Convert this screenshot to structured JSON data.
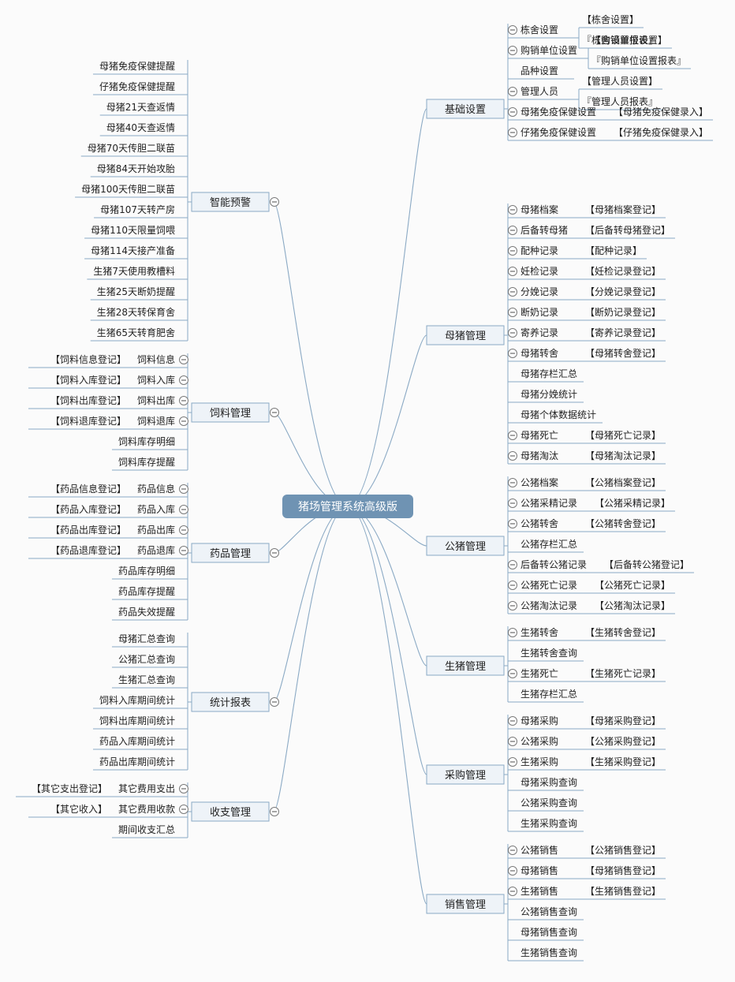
{
  "root": "猪场管理系统高级版",
  "right": [
    {
      "label": "基础设置",
      "children": [
        {
          "label": "栋舍设置",
          "subs": [
            "【栋舍设置】",
            "『栋舍设置报表』"
          ]
        },
        {
          "label": "购销单位设置",
          "subs": [
            "【购销单位设置】",
            "『购销单位设置报表』"
          ]
        },
        {
          "label": "品种设置",
          "subs": []
        },
        {
          "label": "管理人员",
          "subs": [
            "【管理人员设置】",
            "『管理人员报表』"
          ]
        },
        {
          "label": "母猪免疫保健设置",
          "subs": [
            "【母猪免疫保健录入】"
          ]
        },
        {
          "label": "仔猪免疫保健设置",
          "subs": [
            "【仔猪免疫保健录入】"
          ]
        }
      ]
    },
    {
      "label": "母猪管理",
      "children": [
        {
          "label": "母猪档案",
          "subs": [
            "【母猪档案登记】"
          ]
        },
        {
          "label": "后备转母猪",
          "subs": [
            "【后备转母猪登记】"
          ]
        },
        {
          "label": "配种记录",
          "subs": [
            "【配种记录】"
          ]
        },
        {
          "label": "妊检记录",
          "subs": [
            "【妊检记录登记】"
          ]
        },
        {
          "label": "分娩记录",
          "subs": [
            "【分娩记录登记】"
          ]
        },
        {
          "label": "断奶记录",
          "subs": [
            "【断奶记录登记】"
          ]
        },
        {
          "label": "寄养记录",
          "subs": [
            "【寄养记录登记】"
          ]
        },
        {
          "label": "母猪转舍",
          "subs": [
            "【母猪转舍登记】"
          ]
        },
        {
          "label": "母猪存栏汇总",
          "subs": []
        },
        {
          "label": "母猪分娩统计",
          "subs": []
        },
        {
          "label": "母猪个体数据统计",
          "subs": []
        },
        {
          "label": "母猪死亡",
          "subs": [
            "【母猪死亡记录】"
          ]
        },
        {
          "label": "母猪淘汰",
          "subs": [
            "【母猪淘汰记录】"
          ]
        }
      ]
    },
    {
      "label": "公猪管理",
      "children": [
        {
          "label": "公猪档案",
          "subs": [
            "【公猪档案登记】"
          ]
        },
        {
          "label": "公猪采精记录",
          "subs": [
            "【公猪采精记录】"
          ]
        },
        {
          "label": "公猪转舍",
          "subs": [
            "【公猪转舍登记】"
          ]
        },
        {
          "label": "公猪存栏汇总",
          "subs": []
        },
        {
          "label": "后备转公猪记录",
          "subs": [
            "【后备转公猪登记】"
          ]
        },
        {
          "label": "公猪死亡记录",
          "subs": [
            "【公猪死亡记录】"
          ]
        },
        {
          "label": "公猪淘汰记录",
          "subs": [
            "【公猪淘汰记录】"
          ]
        }
      ]
    },
    {
      "label": "生猪管理",
      "children": [
        {
          "label": "生猪转舍",
          "subs": [
            "【生猪转舍登记】"
          ]
        },
        {
          "label": "生猪转舍查询",
          "subs": []
        },
        {
          "label": "生猪死亡",
          "subs": [
            "【生猪死亡记录】"
          ]
        },
        {
          "label": "生猪存栏汇总",
          "subs": []
        }
      ]
    },
    {
      "label": "采购管理",
      "children": [
        {
          "label": "母猪采购",
          "subs": [
            "【母猪采购登记】"
          ]
        },
        {
          "label": "公猪采购",
          "subs": [
            "【公猪采购登记】"
          ]
        },
        {
          "label": "生猪采购",
          "subs": [
            "【生猪采购登记】"
          ]
        },
        {
          "label": "母猪采购查询",
          "subs": []
        },
        {
          "label": "公猪采购查询",
          "subs": []
        },
        {
          "label": "生猪采购查询",
          "subs": []
        }
      ]
    },
    {
      "label": "销售管理",
      "children": [
        {
          "label": "公猪销售",
          "subs": [
            "【公猪销售登记】"
          ]
        },
        {
          "label": "母猪销售",
          "subs": [
            "【母猪销售登记】"
          ]
        },
        {
          "label": "生猪销售",
          "subs": [
            "【生猪销售登记】"
          ]
        },
        {
          "label": "公猪销售查询",
          "subs": []
        },
        {
          "label": "母猪销售查询",
          "subs": []
        },
        {
          "label": "生猪销售查询",
          "subs": []
        }
      ]
    }
  ],
  "left": [
    {
      "label": "智能预警",
      "children": [
        {
          "label": "母猪免疫保健提醒",
          "subs": []
        },
        {
          "label": "仔猪免疫保健提醒",
          "subs": []
        },
        {
          "label": "母猪21天查返情",
          "subs": []
        },
        {
          "label": "母猪40天查返情",
          "subs": []
        },
        {
          "label": "母猪70天传胆二联苗",
          "subs": []
        },
        {
          "label": "母猪84天开始攻胎",
          "subs": []
        },
        {
          "label": "母猪100天传胆二联苗",
          "subs": []
        },
        {
          "label": "母猪107天转产房",
          "subs": []
        },
        {
          "label": "母猪110天限量饲喂",
          "subs": []
        },
        {
          "label": "母猪114天接产准备",
          "subs": []
        },
        {
          "label": "生猪7天使用教槽料",
          "subs": []
        },
        {
          "label": "生猪25天断奶提醒",
          "subs": []
        },
        {
          "label": "生猪28天转保育舍",
          "subs": []
        },
        {
          "label": "生猪65天转育肥舍",
          "subs": []
        }
      ]
    },
    {
      "label": "饲料管理",
      "children": [
        {
          "label": "饲料信息",
          "subs": [
            "【饲料信息登记】"
          ]
        },
        {
          "label": "饲料入库",
          "subs": [
            "【饲料入库登记】"
          ]
        },
        {
          "label": "饲料出库",
          "subs": [
            "【饲料出库登记】"
          ]
        },
        {
          "label": "饲料退库",
          "subs": [
            "【饲料退库登记】"
          ]
        },
        {
          "label": "饲料库存明细",
          "subs": []
        },
        {
          "label": "饲料库存提醒",
          "subs": []
        }
      ]
    },
    {
      "label": "药品管理",
      "children": [
        {
          "label": "药品信息",
          "subs": [
            "【药品信息登记】"
          ]
        },
        {
          "label": "药品入库",
          "subs": [
            "【药品入库登记】"
          ]
        },
        {
          "label": "药品出库",
          "subs": [
            "【药品出库登记】"
          ]
        },
        {
          "label": "药品退库",
          "subs": [
            "【药品退库登记】"
          ]
        },
        {
          "label": "药品库存明细",
          "subs": []
        },
        {
          "label": "药品库存提醒",
          "subs": []
        },
        {
          "label": "药品失效提醒",
          "subs": []
        }
      ]
    },
    {
      "label": "统计报表",
      "children": [
        {
          "label": "母猪汇总查询",
          "subs": []
        },
        {
          "label": "公猪汇总查询",
          "subs": []
        },
        {
          "label": "生猪汇总查询",
          "subs": []
        },
        {
          "label": "饲料入库期间统计",
          "subs": []
        },
        {
          "label": "饲料出库期间统计",
          "subs": []
        },
        {
          "label": "药品入库期间统计",
          "subs": []
        },
        {
          "label": "药品出库期间统计",
          "subs": []
        }
      ]
    },
    {
      "label": "收支管理",
      "children": [
        {
          "label": "其它费用支出",
          "subs": [
            "【其它支出登记】"
          ]
        },
        {
          "label": "其它费用收款",
          "subs": [
            "【其它收入】"
          ]
        },
        {
          "label": "期间收支汇总",
          "subs": []
        }
      ]
    }
  ]
}
